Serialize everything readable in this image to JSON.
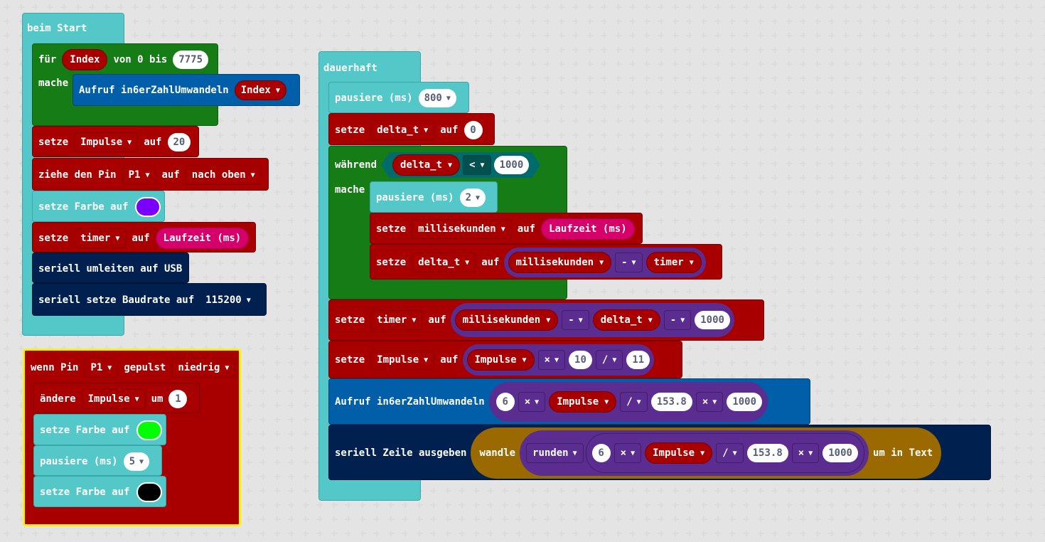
{
  "on_start": {
    "header": "beim Start",
    "for_loop": {
      "for": "für",
      "var": "Index",
      "from": "von 0 bis",
      "to": "7775",
      "do": "mache",
      "call": "Aufruf in6erZahlUmwandeln",
      "arg": "Index"
    },
    "set_impulse": {
      "set": "setze",
      "var": "Impulse",
      "to": "auf",
      "value": "20"
    },
    "pull_pin": {
      "label": "ziehe den Pin",
      "pin": "P1",
      "to": "auf",
      "mode": "nach oben"
    },
    "set_color": {
      "label": "setze Farbe auf",
      "color": "#7a00ff"
    },
    "set_timer": {
      "set": "setze",
      "var": "timer",
      "to": "auf",
      "value": "Laufzeit (ms)"
    },
    "serial_redirect": "seriell umleiten auf USB",
    "serial_baud": {
      "label": "seriell setze Baudrate auf",
      "value": "115200"
    }
  },
  "on_pin": {
    "header": "wenn Pin",
    "pin": "P1",
    "pulsed": "gepulst",
    "level": "niedrig",
    "change": {
      "label": "ändere",
      "var": "Impulse",
      "by": "um",
      "value": "1"
    },
    "color1": {
      "label": "setze Farbe auf",
      "color": "#00ff00"
    },
    "pause": {
      "label": "pausiere (ms)",
      "value": "5"
    },
    "color2": {
      "label": "setze Farbe auf",
      "color": "#000000"
    }
  },
  "forever": {
    "header": "dauerhaft",
    "pause": {
      "label": "pausiere (ms)",
      "value": "800"
    },
    "set_delta": {
      "set": "setze",
      "var": "delta_t",
      "to": "auf",
      "value": "0"
    },
    "while": {
      "label": "während",
      "var": "delta_t",
      "op": "<",
      "value": "1000",
      "do": "mache",
      "pause": {
        "label": "pausiere (ms)",
        "value": "2"
      },
      "set_ms": {
        "set": "setze",
        "var": "millisekunden",
        "to": "auf",
        "value": "Laufzeit (ms)"
      },
      "set_delta2": {
        "set": "setze",
        "var": "delta_t",
        "to": "auf",
        "a": "millisekunden",
        "op": "-",
        "b": "timer"
      }
    },
    "set_timer": {
      "set": "setze",
      "var": "timer",
      "to": "auf",
      "a": "millisekunden",
      "op1": "-",
      "b": "delta_t",
      "op2": "-",
      "c": "1000"
    },
    "set_impulse": {
      "set": "setze",
      "var": "Impulse",
      "to": "auf",
      "a": "Impulse",
      "op1": "×",
      "b": "10",
      "op2": "/",
      "c": "11"
    },
    "call": {
      "label": "Aufruf in6erZahlUmwandeln",
      "a": "6",
      "op1": "×",
      "b": "Impulse",
      "op2": "/",
      "c": "153.8",
      "op3": "×",
      "d": "1000"
    },
    "serial_line": {
      "label": "seriell Zeile ausgeben",
      "convert": "wandle",
      "round": "runden",
      "a": "6",
      "op1": "×",
      "b": "Impulse",
      "op2": "/",
      "c": "153.8",
      "op3": "×",
      "d": "1000",
      "suffix": "um in Text"
    }
  },
  "colors": {
    "turquoise": "#54c8c8",
    "green": "#167d16",
    "red": "#a80000",
    "blue": "#005fa8",
    "navy": "#002050",
    "purple": "#5c2d91",
    "ochre": "#9a6a00"
  },
  "icons": {
    "dropdown": "▼"
  }
}
